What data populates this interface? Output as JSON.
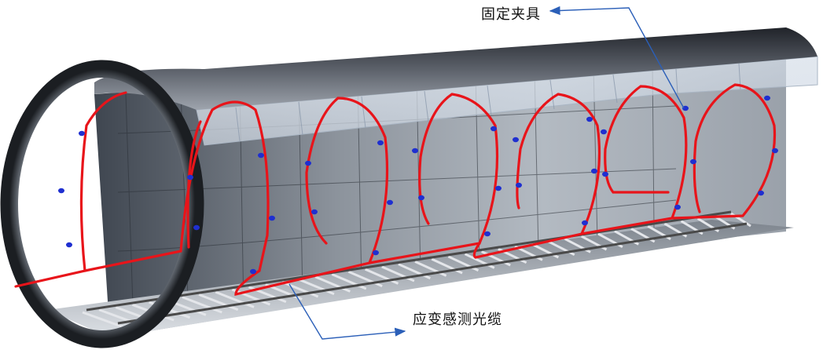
{
  "annotations": {
    "clamp_label": "固定夹具",
    "cable_label": "应变感测光缆"
  },
  "colors": {
    "cable": "#e8141a",
    "clamp_dot": "#1f2fd0",
    "leader_line": "#2b5fb8",
    "lining_light": "#c9d0d8",
    "lining_dark": "#3c424c",
    "track_rail": "#4a4a4a"
  },
  "icons": {
    "leader_arrow": "arrowhead"
  }
}
